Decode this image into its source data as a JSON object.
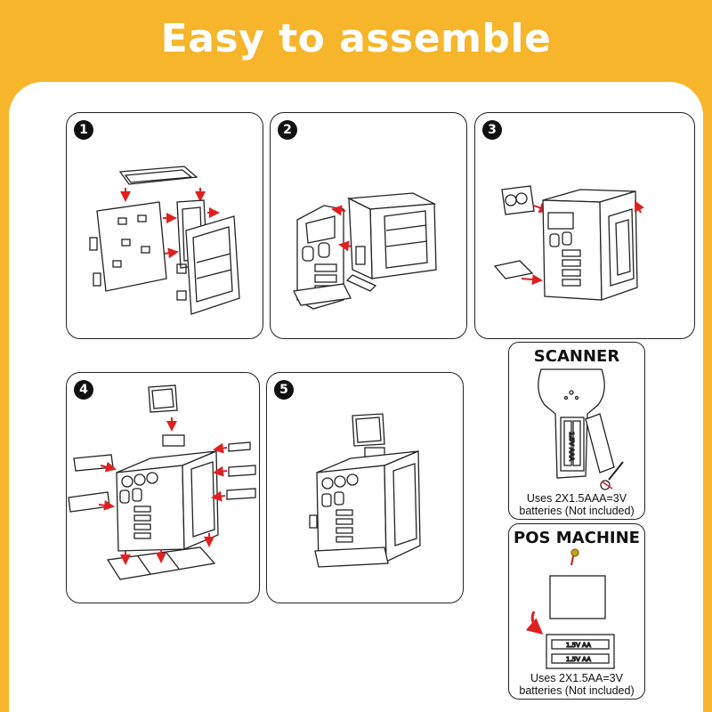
{
  "title": "Easy to assemble",
  "steps": [
    {
      "number": "1"
    },
    {
      "number": "2"
    },
    {
      "number": "3"
    },
    {
      "number": "4"
    },
    {
      "number": "5"
    }
  ],
  "scanner": {
    "title": "SCANNER",
    "caption_line1": "Uses 2X1.5AAA=3V",
    "caption_line2": "batteries (Not included)",
    "battery_label": "1.5V AAA"
  },
  "pos_machine": {
    "title": "POS MACHINE",
    "caption_line1": "Uses 2X1.5AA=3V",
    "caption_line2": "batteries (Not included)",
    "battery_label": "1.5V AA"
  },
  "colors": {
    "background": "#f6b52a",
    "arrow": "#e02020",
    "outline": "#222222"
  }
}
